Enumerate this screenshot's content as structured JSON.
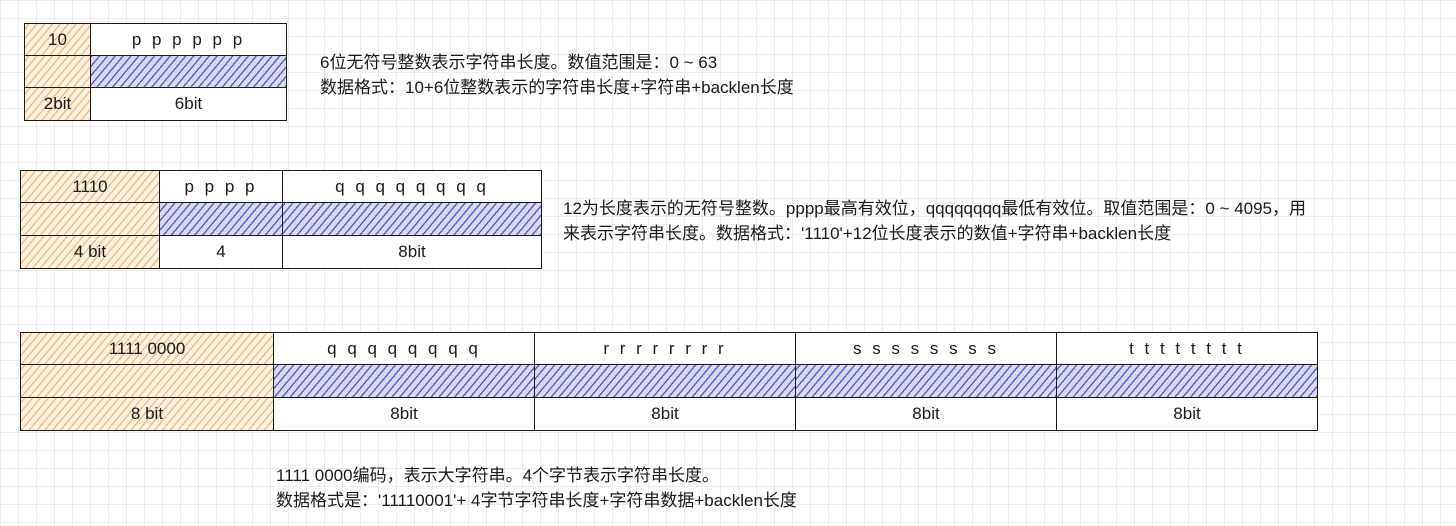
{
  "diagram1": {
    "header": [
      "10",
      "p p p p p p"
    ],
    "footer": [
      "2bit",
      "6bit"
    ],
    "note": [
      "6位无符号整数表示字符串长度。数值范围是：0 ~ 63",
      "数据格式：10+6位整数表示的字符串长度+字符串+backlen长度"
    ]
  },
  "diagram2": {
    "header": [
      "1110",
      "p p p p",
      "q q q q q q q q"
    ],
    "footer": [
      "4 bit",
      "4",
      "8bit"
    ],
    "note": [
      "12为长度表示的无符号整数。pppp最高有效位，qqqqqqqq最低有效位。取值范围是：0 ~ 4095，用",
      "来表示字符串长度。数据格式：'1110'+12位长度表示的数值+字符串+backlen长度"
    ]
  },
  "diagram3": {
    "header": [
      "1111 0000",
      "q q q q q q q q",
      "r r r r r r r r",
      "s s s s s s s s",
      "t t t t t t t t"
    ],
    "footer": [
      "8 bit",
      "8bit",
      "8bit",
      "8bit",
      "8bit"
    ],
    "note": [
      "1111 0000编码，表示大字符串。4个字节表示字符串长度。",
      "数据格式是：'11110001'+ 4字节字符串长度+字符串数据+backlen长度"
    ]
  }
}
